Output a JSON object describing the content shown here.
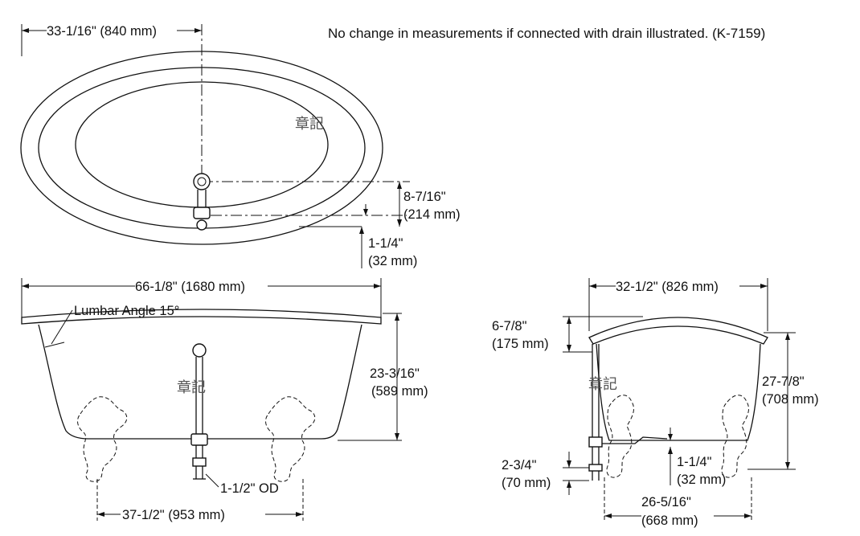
{
  "note": "No change in measurements if connected with drain illustrated. (K-7159)",
  "watermark": "章記",
  "top_view": {
    "width": "33-1/16\" (840 mm)",
    "drain_offset_a": "8-7/16\"",
    "drain_offset_b": "(214 mm)",
    "rim_gap_a": "1-1/4\"",
    "rim_gap_b": "(32 mm)"
  },
  "side_view": {
    "length": "66-1/8\" (1680 mm)",
    "lumbar": "Lumbar Angle 15°",
    "height_a": "23-3/16\"",
    "height_b": "(589 mm)",
    "drain_od": "1-1/2\" OD",
    "feet_spacing": "37-1/2\" (953 mm)"
  },
  "end_view": {
    "width": "32-1/2\" (826 mm)",
    "backrest_a": "6-7/8\"",
    "backrest_b": "(175 mm)",
    "total_height_a": "27-7/8\"",
    "total_height_b": "(708 mm)",
    "drain_height_a": "2-3/4\"",
    "drain_height_b": "(70 mm)",
    "pipe_offset_a": "1-1/4\"",
    "pipe_offset_b": "(32 mm)",
    "feet_spacing_a": "26-5/16\"",
    "feet_spacing_b": "(668 mm)"
  }
}
